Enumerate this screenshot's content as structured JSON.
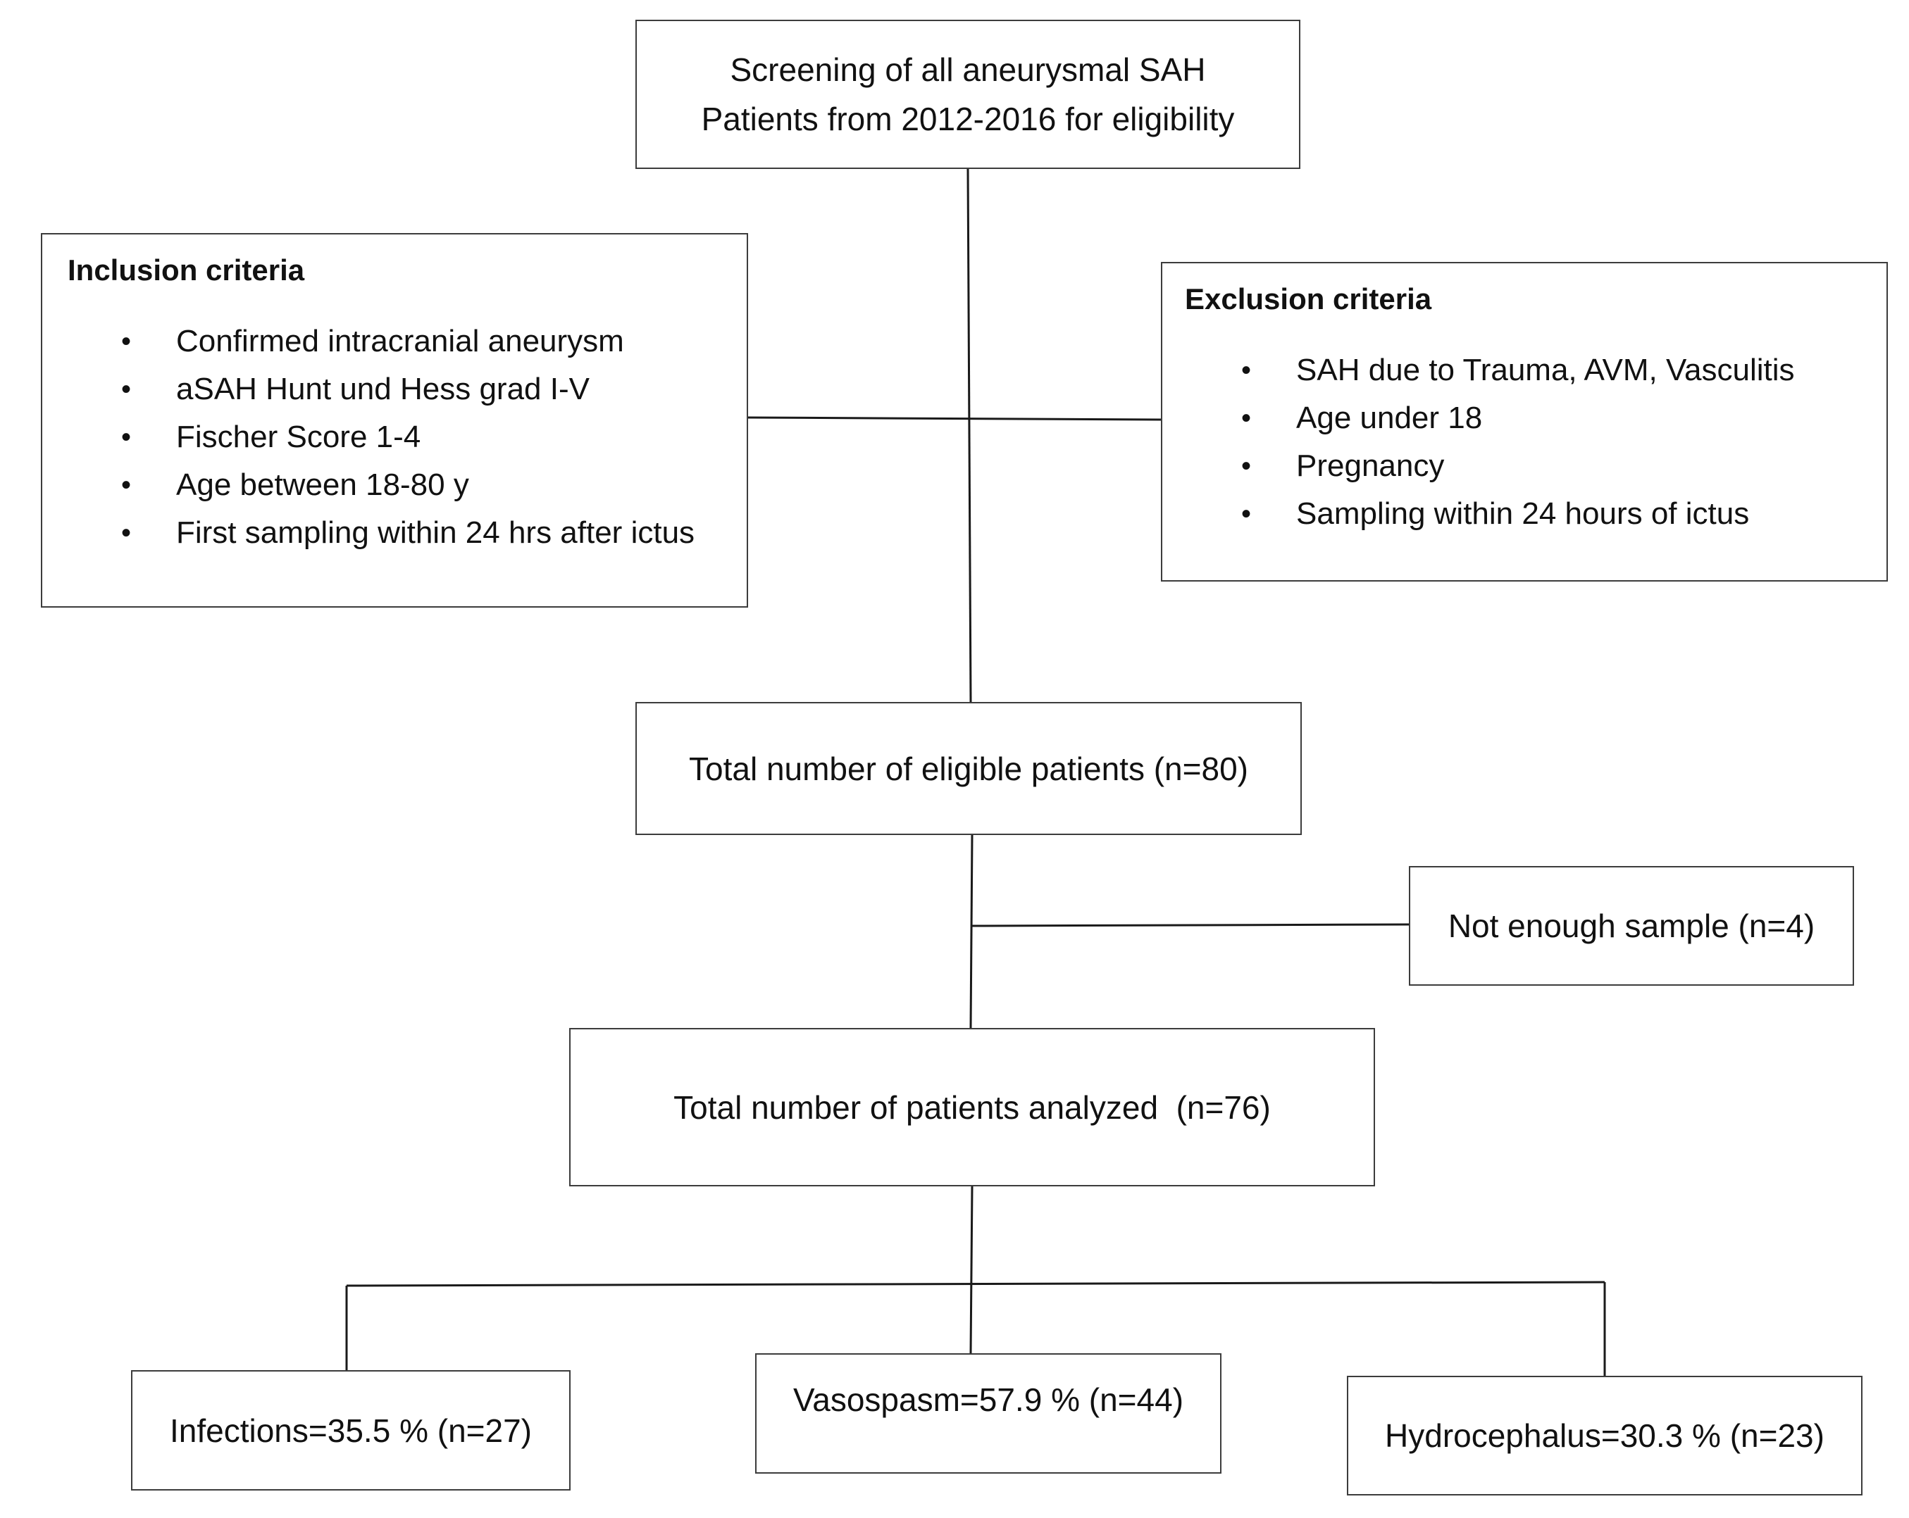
{
  "screening": {
    "line1": "Screening of all aneurysmal SAH",
    "line2": "Patients from 2012-2016 for eligibility"
  },
  "inclusion": {
    "title": "Inclusion criteria",
    "items": [
      "Confirmed intracranial aneurysm",
      "aSAH Hunt und Hess grad I-V",
      "Fischer Score 1-4",
      "Age between 18-80 y",
      "First sampling within 24 hrs after ictus"
    ]
  },
  "exclusion": {
    "title": "Exclusion criteria",
    "items": [
      "SAH due to Trauma, AVM, Vasculitis",
      "Age under 18",
      "Pregnancy",
      "Sampling within 24 hours of ictus"
    ]
  },
  "eligible": {
    "text": "Total number of eligible patients (n=80)"
  },
  "not_enough": {
    "text": "Not enough sample (n=4)"
  },
  "analyzed": {
    "text": "Total number of patients analyzed  (n=76)"
  },
  "outcomes": {
    "infections": "Infections=35.5 % (n=27)",
    "vasospasm": "Vasospasm=57.9 % (n=44)",
    "hydrocephalus": "Hydrocephalus=30.3 % (n=23)"
  },
  "bullet_glyph": "•",
  "colors": {
    "line": "#1a1a1a",
    "border": "#3c3c3c"
  }
}
